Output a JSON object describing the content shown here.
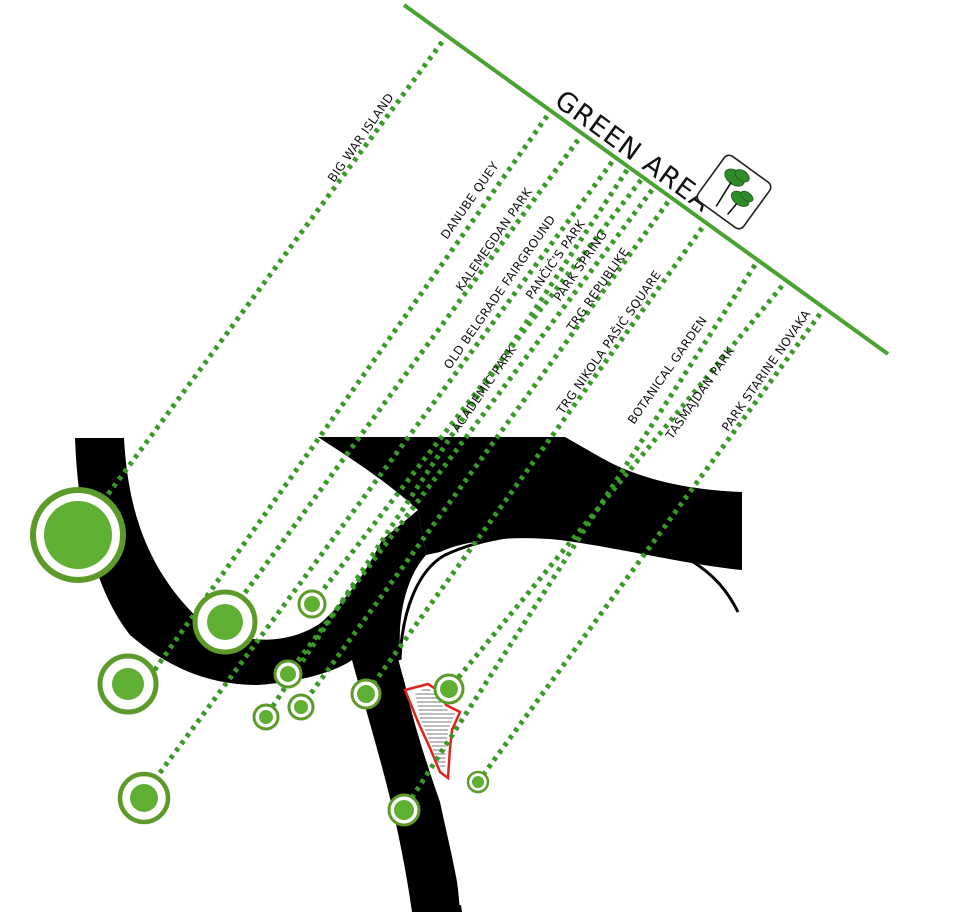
{
  "title": "GREEN AREA",
  "icon": "trees-icon",
  "colors": {
    "green_line": "#4aa233",
    "dotted": "#3a9a28",
    "circle_fill": "#5fb032",
    "circle_ring": "#5c9b2a",
    "river": "#000000",
    "site_outline": "#e0231a"
  },
  "places": [
    {
      "name": "BIG  WAR ISLAND"
    },
    {
      "name": "DANUBE QUEY"
    },
    {
      "name": "KALEMEGDAN PARK"
    },
    {
      "name": "OLD BELGRADE  FAIRGROUND"
    },
    {
      "name": "ACADEMIC PARK"
    },
    {
      "name": "PANČIĆ'S PARK"
    },
    {
      "name": "PARK SPRING"
    },
    {
      "name": "TRG REPUBLIKE"
    },
    {
      "name": "TRG NIKOLA PAŠIĆ SQUARE"
    },
    {
      "name": "BOTANICAL GARDEN"
    },
    {
      "name": "TAŠMAJDAN PARK"
    },
    {
      "name": "PARK STARINE NOVAKA"
    }
  ]
}
